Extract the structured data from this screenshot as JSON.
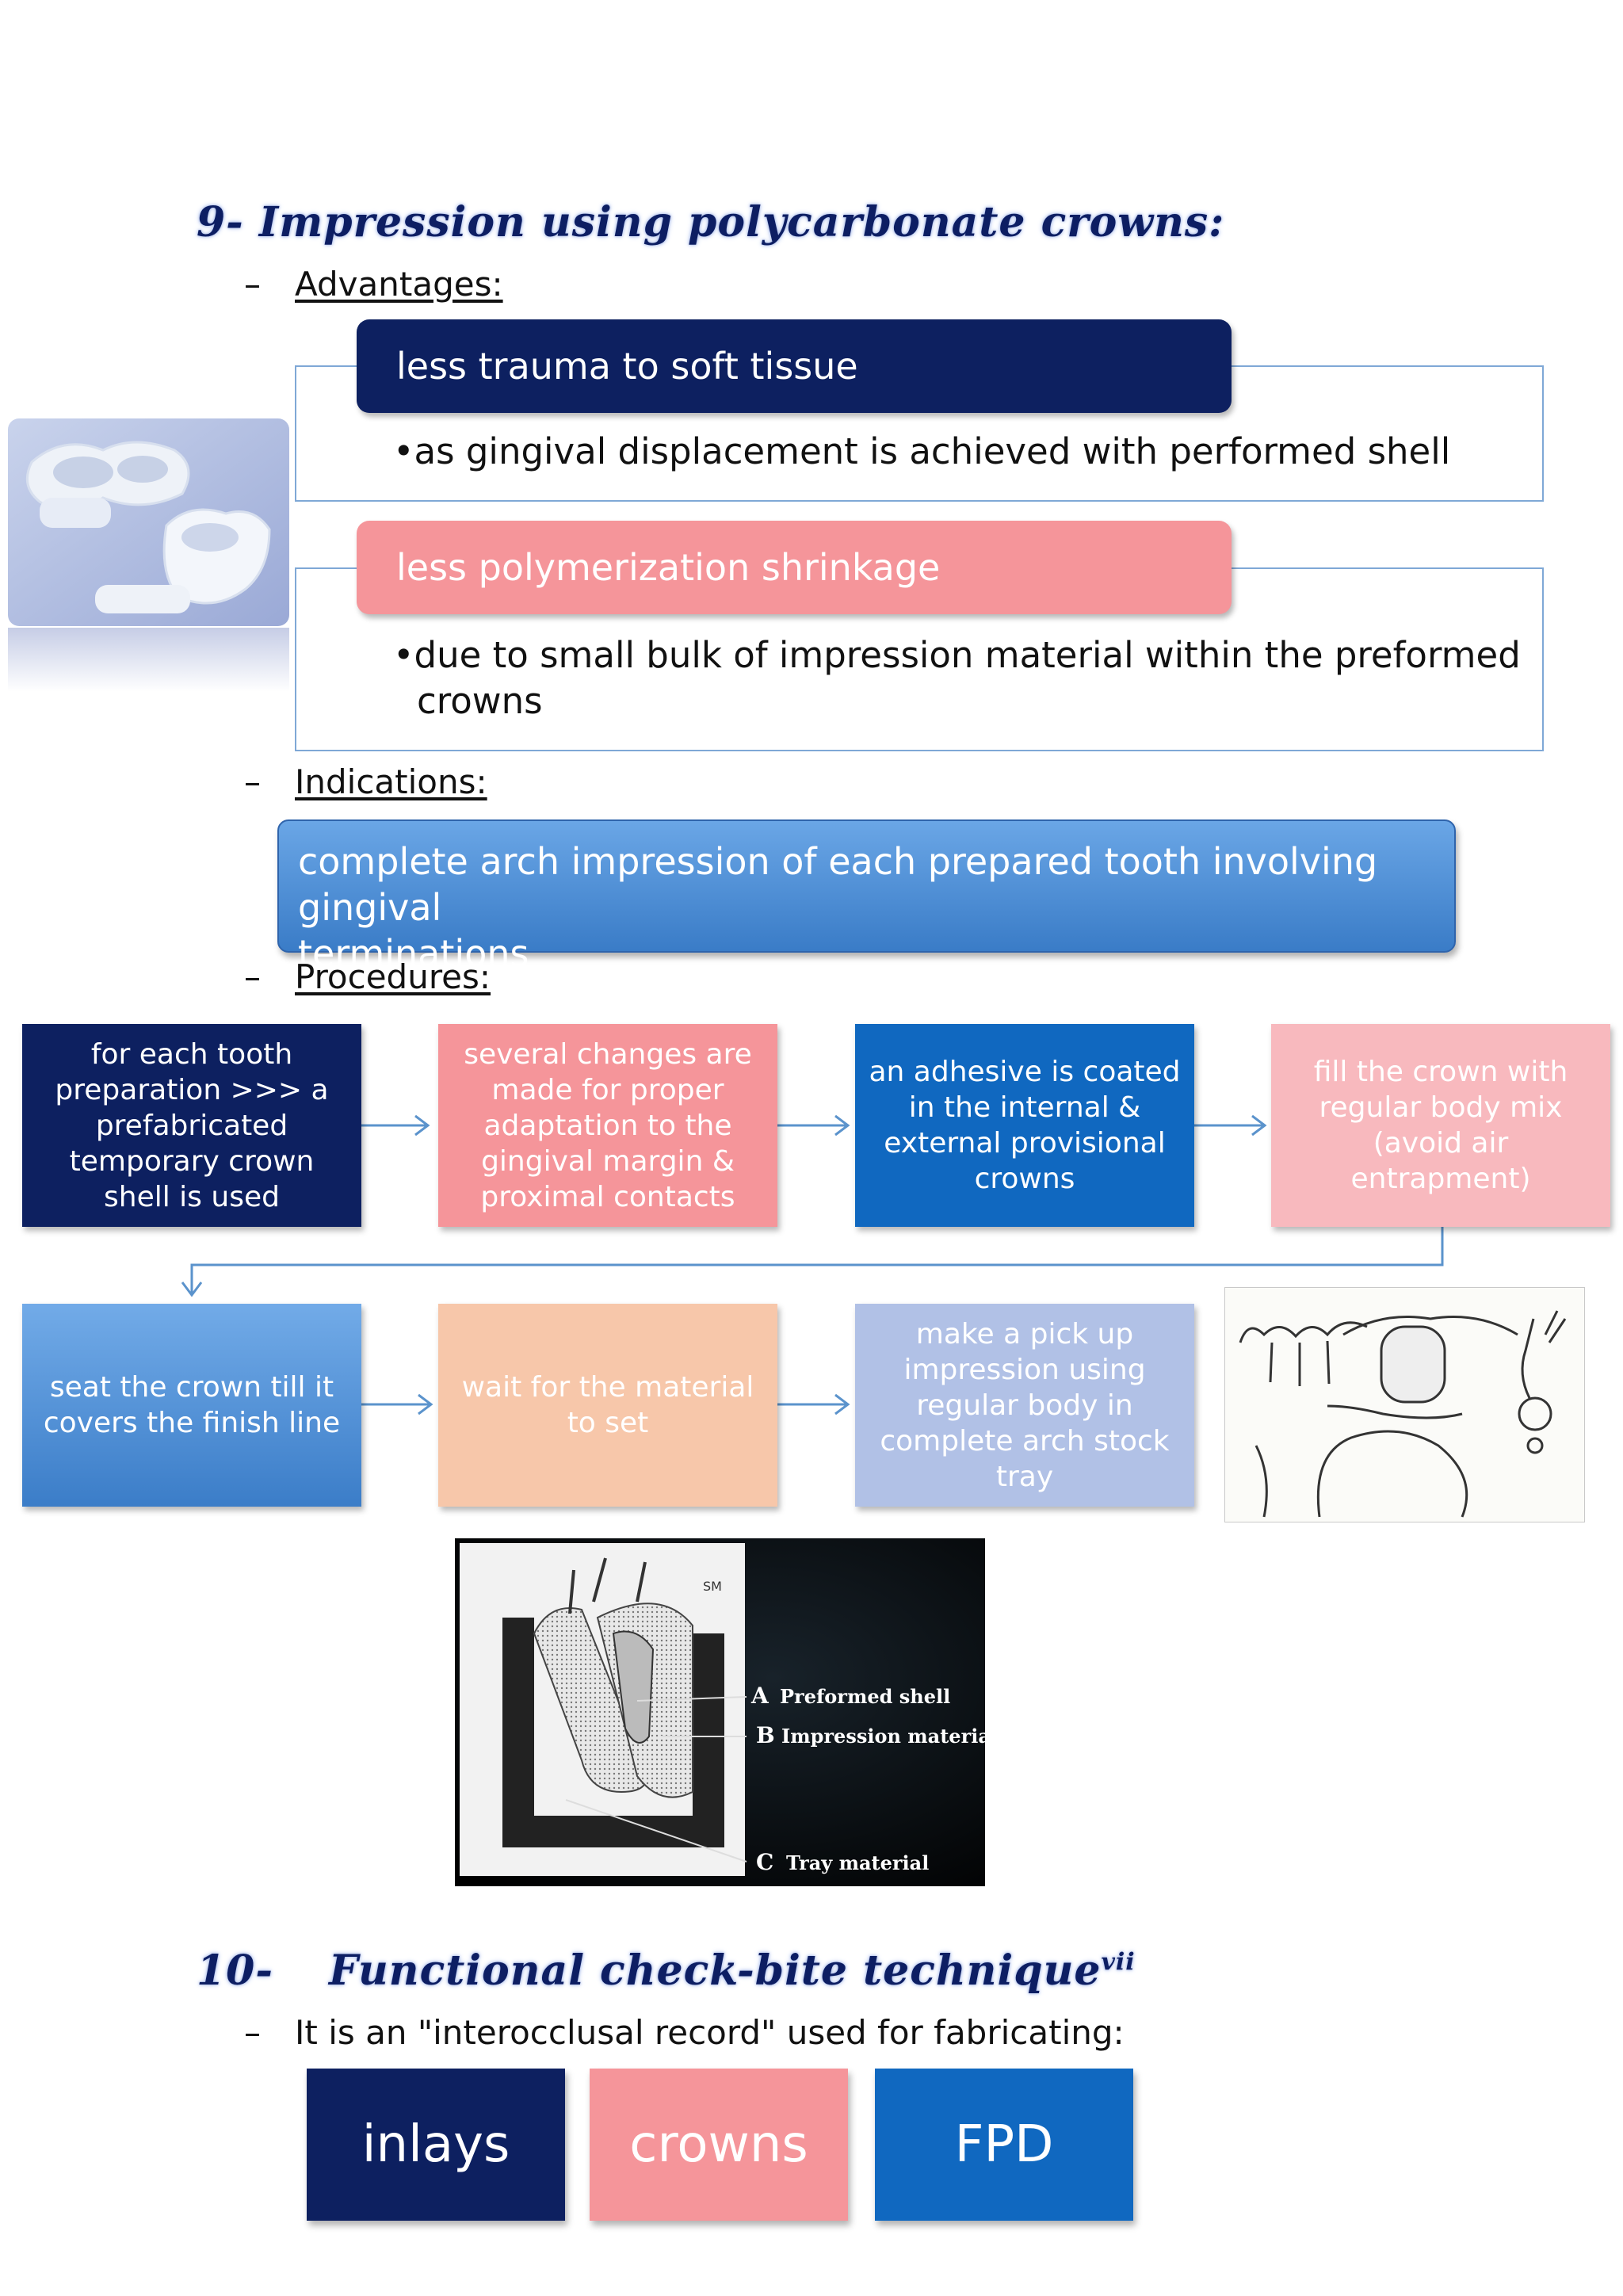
{
  "section9": {
    "heading": "9-  Impression using polycarbonate crowns:",
    "advantages_label": "Advantages:",
    "advantages": [
      {
        "title": "less trauma to soft tissue",
        "detail": "as gingival displacement is achieved with performed shell"
      },
      {
        "title": "less polymerization shrinkage",
        "detail_line1": "due to small bulk of impression material within the preformed",
        "detail_line2": "crowns"
      }
    ],
    "indications_label": "Indications:",
    "indication_line1": "complete arch impression of each prepared tooth involving gingival",
    "indication_line2": "terminations",
    "procedures_label": "Procedures:",
    "steps": [
      "for each tooth preparation >>> a prefabricated temporary crown shell is used",
      "several changes are made for proper adaptation to the gingival margin & proximal contacts",
      "an adhesive is coated in the internal & external provisional crowns",
      "fill the crown with regular body mix (avoid air entrapment)",
      "seat the crown till it covers the finish line",
      "wait for the material to set",
      "make a pick up impression using regular body in complete arch stock tray"
    ],
    "diagram_labels": {
      "a_letter": "A",
      "a_text": "Preformed shell",
      "b_letter": "B",
      "b_text": "Impression material",
      "c_letter": "C",
      "c_text": "Tray material",
      "sm": "SM"
    }
  },
  "section10": {
    "heading_number": "10-",
    "heading_text": "Functional check-bite technique",
    "heading_sup": "vii",
    "description": "It is an \"interocclusal record\" used for fabricating:",
    "items": [
      "inlays",
      "crowns",
      "FPD"
    ]
  },
  "colors": {
    "navy": "#0d2060",
    "pink": "#f5959a",
    "blue": "#1068c0",
    "light_pink": "#f8b9be",
    "gradient_blue": "#4f8fd8",
    "peach": "#f7c7aa",
    "lavender": "#b1c1e6",
    "arrow": "#5b93cc"
  }
}
